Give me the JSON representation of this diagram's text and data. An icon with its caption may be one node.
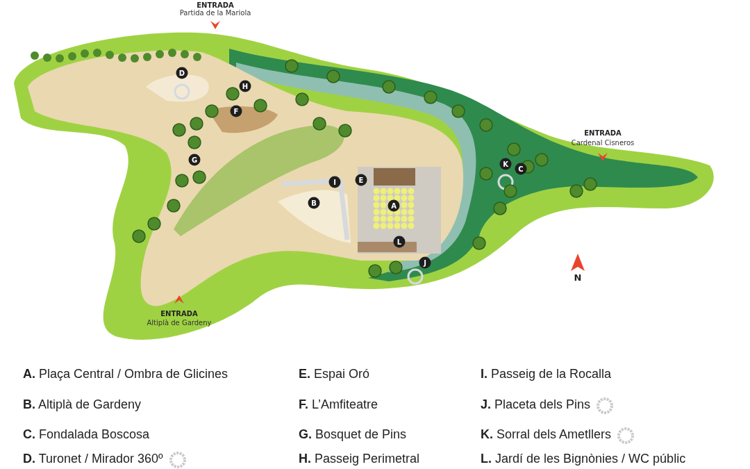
{
  "diagram": {
    "labels": [
      "ENTRADA",
      "Partida de la Mariola",
      "D",
      "H",
      "F",
      "G",
      "ENTRADA",
      "Cardenal Cisneros",
      "K",
      "C",
      "I",
      "E",
      "A",
      "B",
      "L",
      "J",
      "N",
      "ENTRADA",
      "Altiplà de Gardeny",
      "**A.** Plaça Central / Ombra de Glicines",
      "**E.** Espai Oró",
      "**I.** Passeig de la Rocalla",
      "**B.** Altiplà de Gardeny",
      "**F.** L’Amfiteatre",
      "**J.** Placeta dels Pins",
      "**C.** Fondalada Boscosa",
      "**G.** Bosquet de Pins",
      "**K.** Sorral dels Ametllers",
      "**D.** Turonet / Mirador 360º",
      "**H.** Passeig Perimetral",
      "**L.** Jardí de les Bignònies / WC públic"
    ]
  }
}
